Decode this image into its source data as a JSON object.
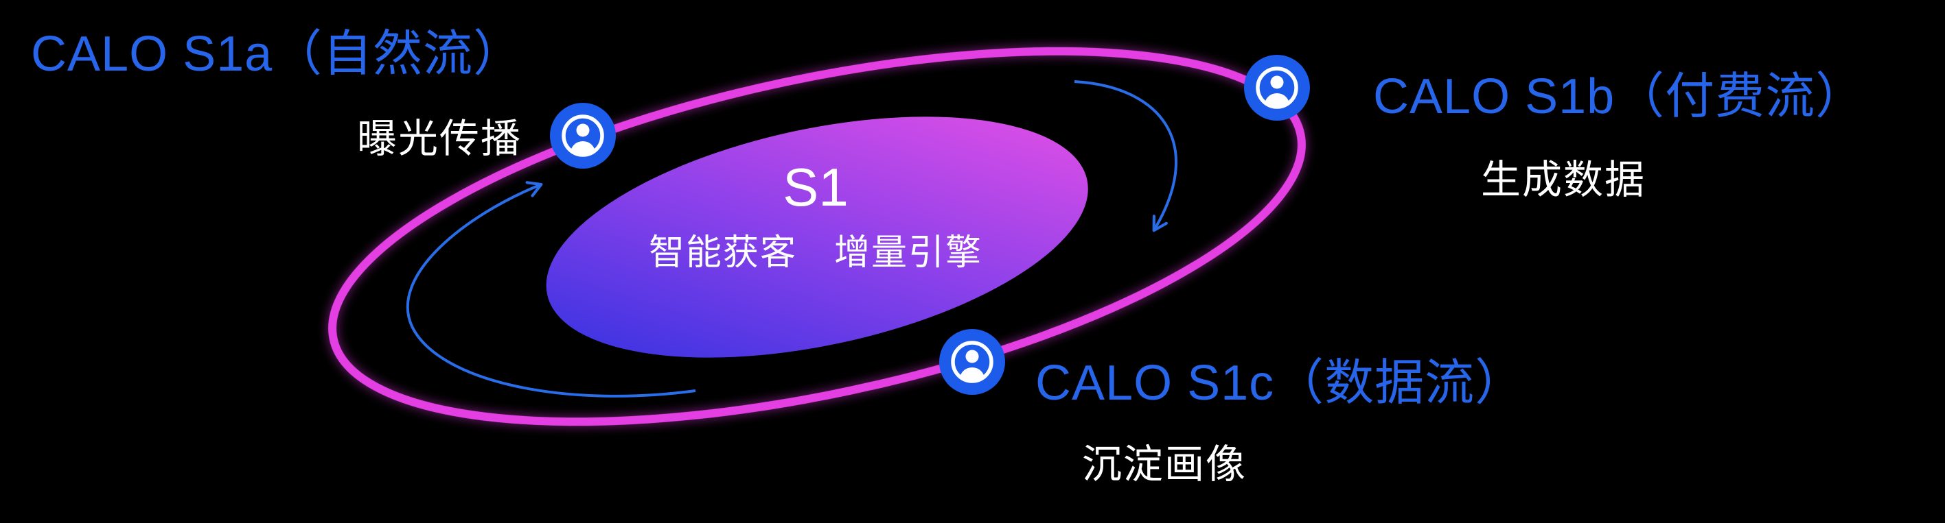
{
  "diagram": {
    "core": {
      "title": "S1",
      "subtitle": "智能获客　增量引擎"
    },
    "nodes": [
      {
        "id": "s1a",
        "label": "CALO S1a（自然流）",
        "sublabel": "曝光传播",
        "icon": "user-icon"
      },
      {
        "id": "s1b",
        "label": "CALO S1b（付费流）",
        "sublabel": "生成数据",
        "icon": "user-icon"
      },
      {
        "id": "s1c",
        "label": "CALO S1c（数据流）",
        "sublabel": "沉淀画像",
        "icon": "user-icon"
      }
    ],
    "colors": {
      "background": "#000000",
      "ring_magenta": "#e33fe3",
      "accent_blue": "#2765ea",
      "node_blue": "#1d5bea",
      "arrow_blue": "#2a6de8",
      "core_gradient_start": "#3332e0",
      "core_gradient_mid": "#8c41ea",
      "core_gradient_end": "#e44fe6",
      "text_white": "#ffffff"
    }
  }
}
